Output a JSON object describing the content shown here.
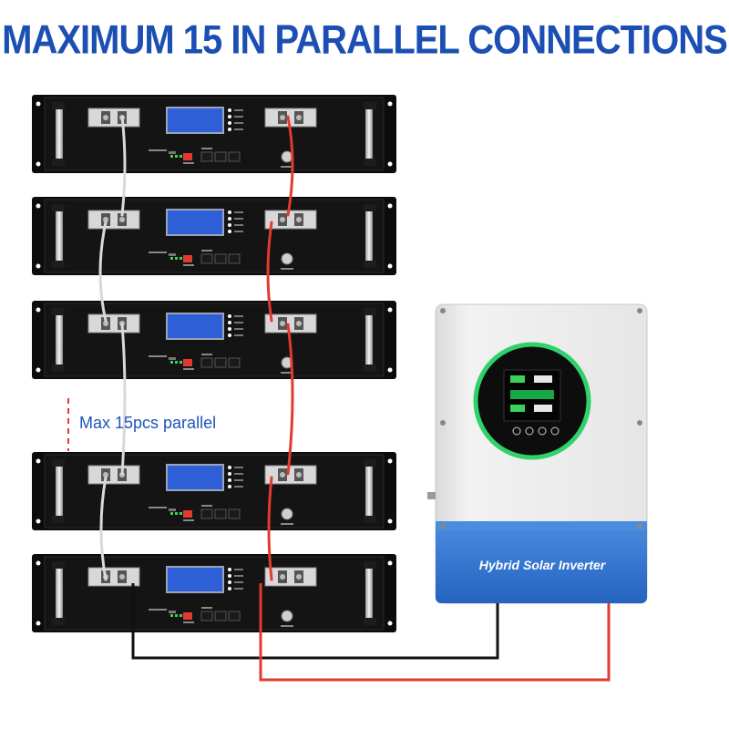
{
  "headline": "MAXIMUM 15 IN PARALLEL CONNECTIONS",
  "parallel_note": "Max 15pcs parallel",
  "inverter": {
    "label": "Hybrid Solar Inverter",
    "ring_color": "#2fd16a",
    "body_color": "#ececec",
    "panel_color": "#2f74d0"
  },
  "colors": {
    "headline": "#1c4fb3",
    "battery_body": "#121212",
    "lcd": "#2f5fd6",
    "positive_cable": "#e23a2f",
    "negative_cable_parallel": "#d9d9d9",
    "negative_cable_main": "#111111",
    "note_dash": "#e23a2f"
  },
  "batteries": [
    {
      "id": "battery-1"
    },
    {
      "id": "battery-2"
    },
    {
      "id": "battery-3"
    },
    {
      "id": "battery-4"
    },
    {
      "id": "battery-5"
    }
  ]
}
